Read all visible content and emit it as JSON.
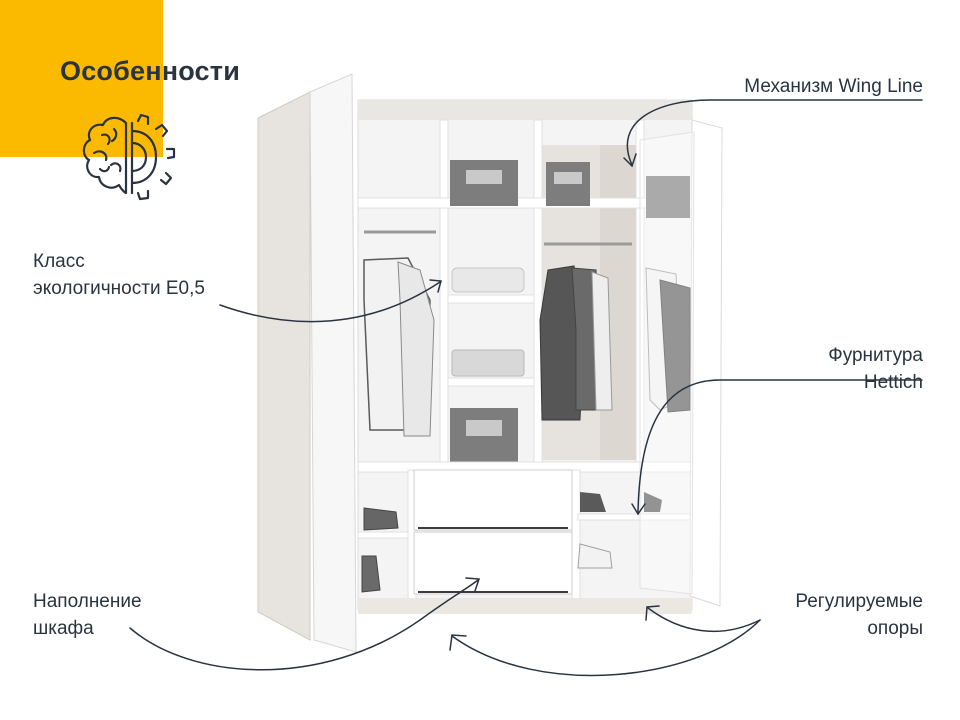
{
  "header": {
    "title": "Особенности"
  },
  "icons": {
    "logo": "brain-gear-icon"
  },
  "colors": {
    "accent": "#FBB900",
    "text": "#2a3340",
    "line": "#2a3340"
  },
  "features": {
    "wing_line": [
      "Механизм Wing Line"
    ],
    "eco_class": [
      "Класс",
      "экологичности Е0,5"
    ],
    "hettich": [
      "Фурнитура",
      "Hettich"
    ],
    "filling": [
      "Наполнение",
      "шкафа"
    ],
    "supports": [
      "Регулируемые",
      "опоры"
    ]
  }
}
